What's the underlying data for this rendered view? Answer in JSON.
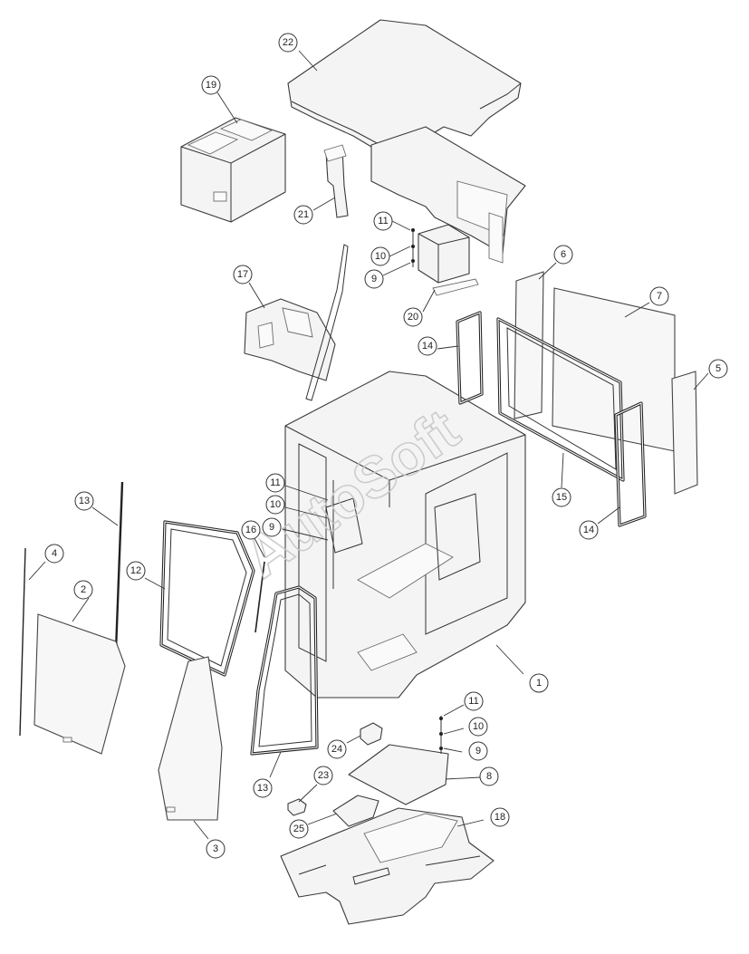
{
  "diagram": {
    "watermark_text": "AutoSoft",
    "callouts": [
      {
        "id": "c22a",
        "label": "22"
      },
      {
        "id": "c19",
        "label": "19"
      },
      {
        "id": "c21",
        "label": "21"
      },
      {
        "id": "c11a",
        "label": "11"
      },
      {
        "id": "c10a",
        "label": "10"
      },
      {
        "id": "c9a",
        "label": "9"
      },
      {
        "id": "c20",
        "label": "20"
      },
      {
        "id": "c17",
        "label": "17"
      },
      {
        "id": "c6",
        "label": "6"
      },
      {
        "id": "c7",
        "label": "7"
      },
      {
        "id": "c14a",
        "label": "14"
      },
      {
        "id": "c5",
        "label": "5"
      },
      {
        "id": "c15",
        "label": "15"
      },
      {
        "id": "c14b",
        "label": "14"
      },
      {
        "id": "c13a",
        "label": "13"
      },
      {
        "id": "c11b",
        "label": "11"
      },
      {
        "id": "c10b",
        "label": "10"
      },
      {
        "id": "c16",
        "label": "16"
      },
      {
        "id": "c9b",
        "label": "9"
      },
      {
        "id": "c4",
        "label": "4"
      },
      {
        "id": "c12",
        "label": "12"
      },
      {
        "id": "c2",
        "label": "2"
      },
      {
        "id": "c1",
        "label": "1"
      },
      {
        "id": "c11c",
        "label": "11"
      },
      {
        "id": "c10c",
        "label": "10"
      },
      {
        "id": "c9c",
        "label": "9"
      },
      {
        "id": "c24",
        "label": "24"
      },
      {
        "id": "c8",
        "label": "8"
      },
      {
        "id": "c13b",
        "label": "13"
      },
      {
        "id": "c23",
        "label": "23"
      },
      {
        "id": "c18",
        "label": "18"
      },
      {
        "id": "c25",
        "label": "25"
      },
      {
        "id": "c3",
        "label": "3"
      }
    ]
  }
}
